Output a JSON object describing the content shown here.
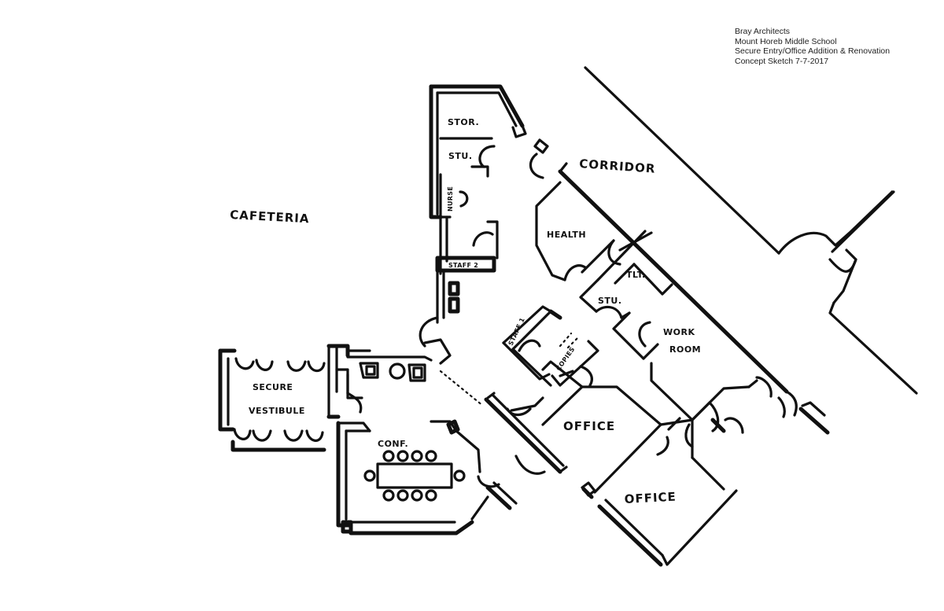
{
  "title_block": {
    "line1": "Bray Architects",
    "line2": "Mount Horeb Middle School",
    "line3": "Secure Entry/Office Addition & Renovation",
    "line4": "Concept Sketch 7-7-2017"
  },
  "rooms": {
    "stor": "STOR.",
    "stu_upper": "STU.",
    "nurse": "NURSE",
    "corridor": "CORRIDOR",
    "cafeteria": "CAFETERIA",
    "staff2": "STAFF 2",
    "health": "HEALTH",
    "tlt": "TLT.",
    "stu_lower": "STU.",
    "work": "WORK",
    "room": "ROOM",
    "staff1": "STAFF 1",
    "copies": "COPIES",
    "secure": "SECURE",
    "vestibule": "VESTIBULE",
    "office_upper": "OFFICE",
    "conf": "CONF.",
    "office_lower": "OFFICE"
  }
}
